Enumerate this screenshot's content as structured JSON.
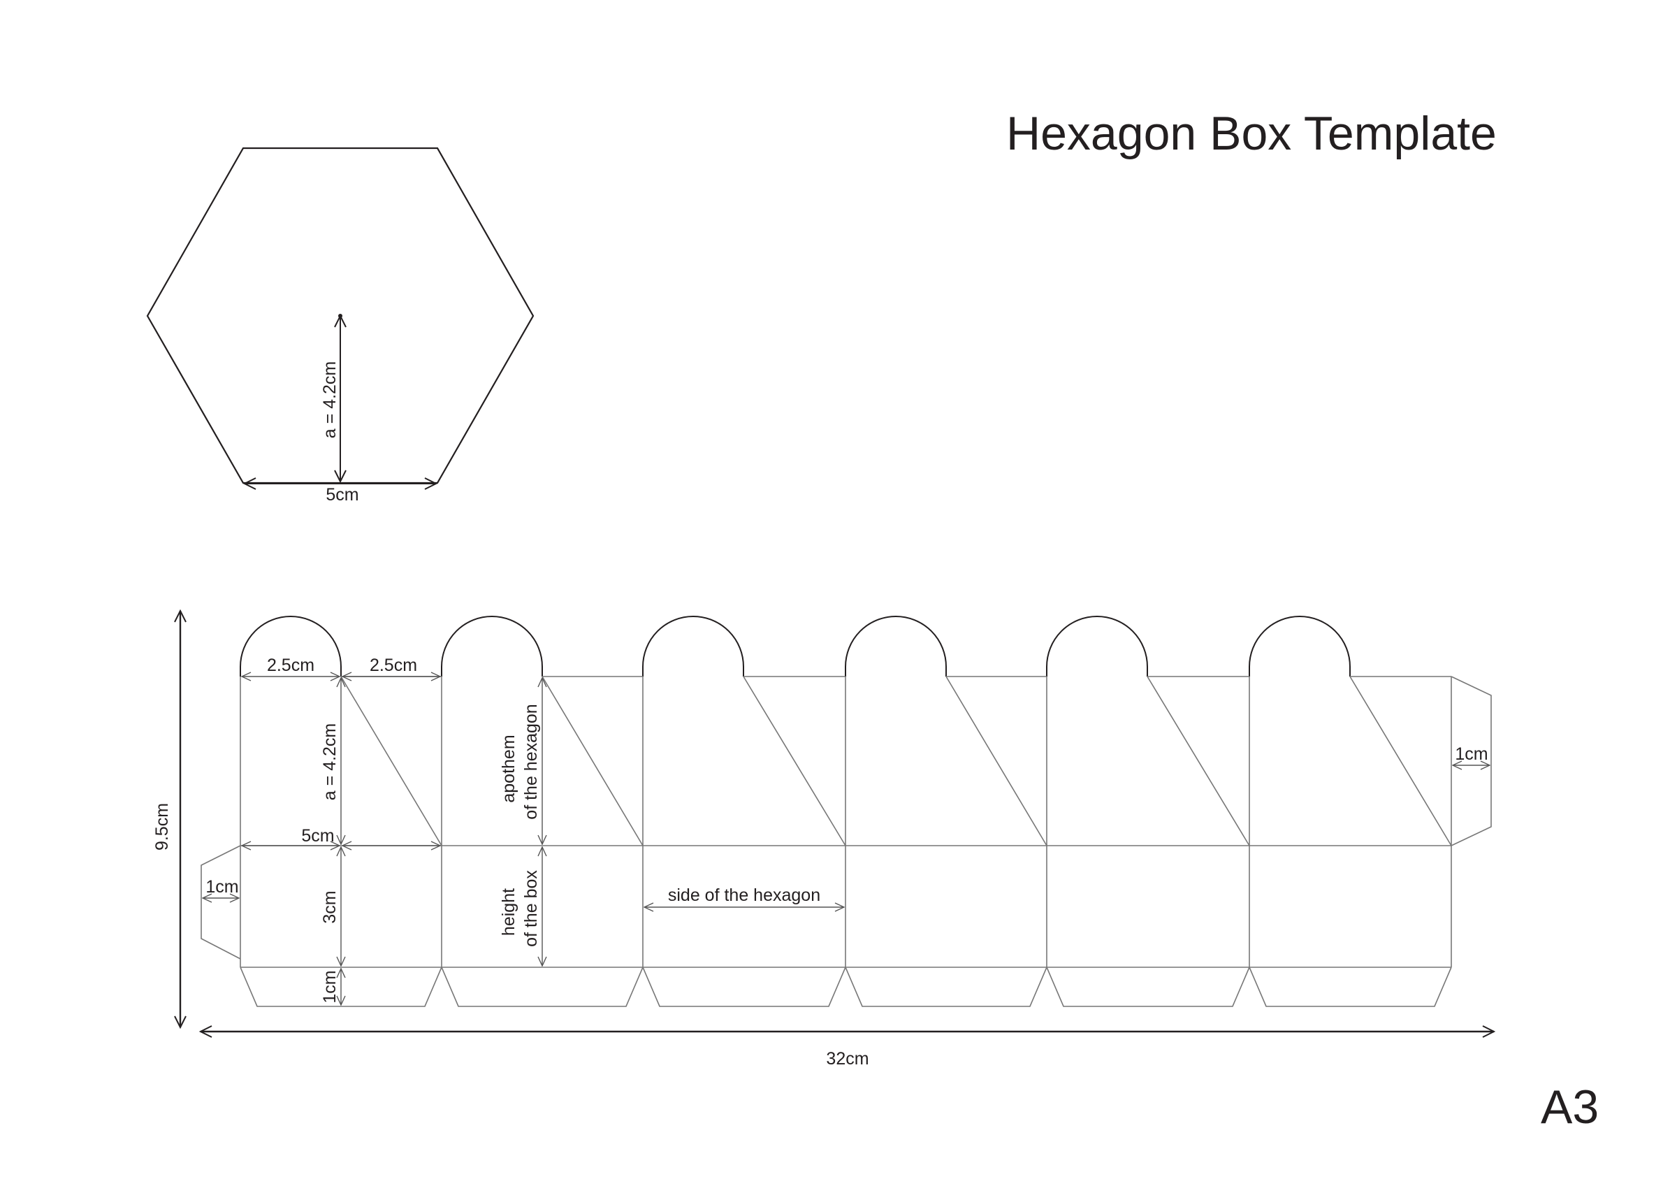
{
  "title": "Hexagon Box Template",
  "paper_size": "A3",
  "hexagon": {
    "apothem_label": "a = 4.2cm",
    "side_label": "5cm"
  },
  "net": {
    "tab_width_label": "2.5cm",
    "tab_gap_label": "2.5cm",
    "apothem_dim_label": "a = 4.2cm",
    "side_dim_label": "5cm",
    "height_dim_label": "3cm",
    "bottom_flap_label": "1cm",
    "left_glue_tab_label": "1cm",
    "right_glue_tab_label": "1cm",
    "apothem_caption_line1": "apothem",
    "apothem_caption_line2": "of the hexagon",
    "height_caption_line1": "height",
    "height_caption_line2": "of the box",
    "side_caption": "side of the hexagon",
    "total_height_label": "9.5cm",
    "total_width_label": "32cm",
    "panel_count": 6
  },
  "colors": {
    "outline": "#231f20",
    "fold": "#777777",
    "background": "#ffffff"
  }
}
